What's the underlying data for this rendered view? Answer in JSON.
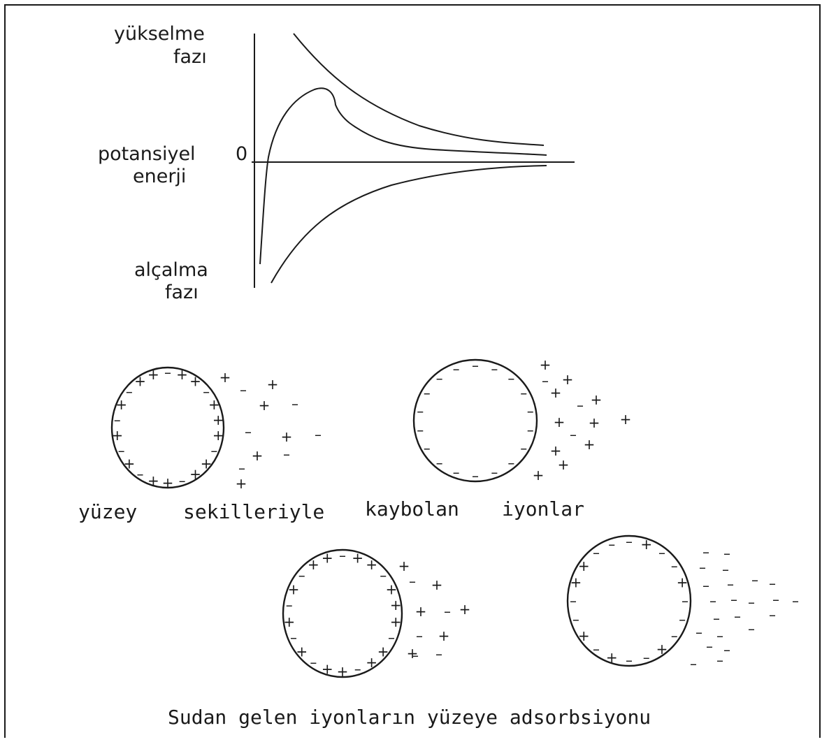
{
  "graph": {
    "label_top_line1": "yükselme",
    "label_top_line2": "fazı",
    "label_mid_line1": "potansiyel",
    "label_mid_line2": "enerji",
    "zero_label": "0",
    "label_bottom_line1": "alçalma",
    "label_bottom_line2": "fazı"
  },
  "captions": {
    "row1_word1": "yüzey",
    "row1_word2": "sekilleriyle",
    "row1_word3": "kaybolan",
    "row1_word4": "iyonlar",
    "bottom": "Sudan gelen iyonların yüzeye adsorbsiyonu"
  },
  "particles": [
    {
      "name": "particle-mixed-1",
      "surface": [
        "-",
        "+",
        "+",
        "-",
        "+",
        "+",
        "+",
        "-",
        "+",
        "+",
        "-",
        "+",
        "+",
        "-",
        "+",
        "-",
        "+",
        "-",
        "+",
        "-",
        "+",
        "+"
      ],
      "outside": [
        [
          "+",
          322,
          540
        ],
        [
          "-",
          348,
          558
        ],
        [
          "+",
          390,
          550
        ],
        [
          "+",
          378,
          580
        ],
        [
          "-",
          422,
          578
        ],
        [
          "-",
          355,
          618
        ],
        [
          "+",
          410,
          625
        ],
        [
          "-",
          455,
          622
        ],
        [
          "+",
          368,
          652
        ],
        [
          "-",
          410,
          650
        ],
        [
          "-",
          346,
          670
        ],
        [
          "+",
          345,
          692
        ]
      ]
    },
    {
      "name": "particle-negative",
      "surface": [
        "-",
        "-",
        "-",
        "-",
        "-",
        "-",
        "-",
        "-",
        "-",
        "-",
        "-",
        "-",
        "-",
        "-",
        "-",
        "-",
        "-",
        "-"
      ],
      "outside": [
        [
          "+",
          780,
          522
        ],
        [
          "-",
          780,
          545
        ],
        [
          "+",
          812,
          543
        ],
        [
          "+",
          795,
          562
        ],
        [
          "-",
          830,
          580
        ],
        [
          "+",
          853,
          572
        ],
        [
          "+",
          800,
          604
        ],
        [
          "+",
          850,
          605
        ],
        [
          "+",
          895,
          600
        ],
        [
          "-",
          820,
          622
        ],
        [
          "+",
          795,
          645
        ],
        [
          "+",
          843,
          636
        ],
        [
          "+",
          806,
          665
        ],
        [
          "+",
          770,
          680
        ]
      ]
    },
    {
      "name": "particle-mixed-2",
      "surface": [
        "-",
        "+",
        "+",
        "-",
        "+",
        "+",
        "+",
        "-",
        "+",
        "+",
        "-",
        "+",
        "+",
        "-",
        "+",
        "-",
        "+",
        "-",
        "+",
        "-",
        "+",
        "+"
      ],
      "outside": [
        [
          "+",
          578,
          810
        ],
        [
          "-",
          590,
          832
        ],
        [
          "+",
          625,
          837
        ],
        [
          "+",
          602,
          875
        ],
        [
          "-",
          640,
          875
        ],
        [
          "+",
          665,
          872
        ],
        [
          "-",
          600,
          910
        ],
        [
          "+",
          635,
          910
        ],
        [
          "-",
          594,
          938
        ],
        [
          "+",
          590,
          935
        ],
        [
          "-",
          628,
          936
        ]
      ]
    },
    {
      "name": "particle-anion-adsorbed",
      "surface": [
        "-",
        "+",
        "-",
        "-",
        "+",
        "-",
        "-",
        "-",
        "+",
        "-",
        "-",
        "+",
        "-",
        "+",
        "-",
        "-",
        "+",
        "+",
        "-",
        "-"
      ],
      "outside": [
        [
          "-",
          1010,
          790
        ],
        [
          "-",
          1040,
          792
        ],
        [
          "-",
          1005,
          812
        ],
        [
          "-",
          1038,
          815
        ],
        [
          "-",
          1010,
          838
        ],
        [
          "-",
          1045,
          836
        ],
        [
          "-",
          1080,
          830
        ],
        [
          "-",
          1105,
          835
        ],
        [
          "-",
          1020,
          860
        ],
        [
          "-",
          1050,
          858
        ],
        [
          "-",
          1075,
          862
        ],
        [
          "-",
          1110,
          858
        ],
        [
          "-",
          1138,
          860
        ],
        [
          "-",
          1025,
          885
        ],
        [
          "-",
          1055,
          882
        ],
        [
          "-",
          1105,
          880
        ],
        [
          "-",
          1000,
          905
        ],
        [
          "-",
          1030,
          910
        ],
        [
          "-",
          1075,
          900
        ],
        [
          "-",
          1015,
          925
        ],
        [
          "-",
          1040,
          930
        ],
        [
          "-",
          992,
          950
        ],
        [
          "-",
          1030,
          945
        ]
      ]
    }
  ]
}
